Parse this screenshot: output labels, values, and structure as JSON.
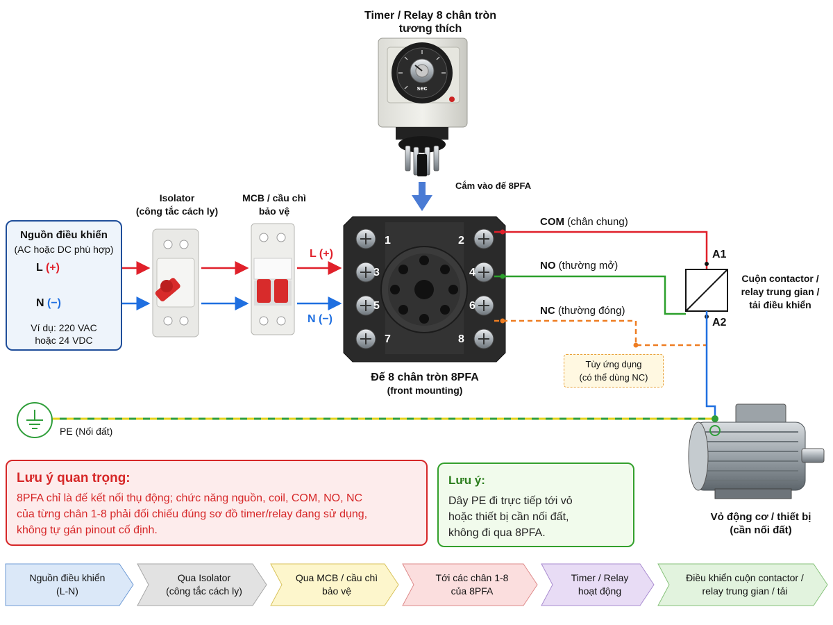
{
  "timer": {
    "title_line1": "Timer / Relay 8 chân tròn",
    "title_line2": "tương thích",
    "dial_unit": "sec"
  },
  "plug_label": "Cắm vào đế 8PFA",
  "isolator": {
    "line1": "Isolator",
    "line2": "(công tắc cách ly)"
  },
  "mcb": {
    "line1": "MCB / cầu chì",
    "line2": "bảo vệ"
  },
  "source": {
    "title": "Nguồn điều khiển",
    "subtitle": "(AC hoặc DC phù hợp)",
    "l_label": "L (+)",
    "n_label": "N (−)",
    "example_line1": "Ví dụ: 220 VAC",
    "example_line2": "hoặc 24 VDC"
  },
  "wire_labels": {
    "l": "L (+)",
    "n": "N (−)"
  },
  "base": {
    "pins": [
      "1",
      "2",
      "3",
      "4",
      "5",
      "6",
      "7",
      "8"
    ],
    "title": "Đế 8 chân tròn 8PFA",
    "subtitle": "(front mounting)"
  },
  "outputs": {
    "com": "COM",
    "com_desc": "(chân chung)",
    "no": "NO",
    "no_desc": "(thường mở)",
    "nc": "NC",
    "nc_desc": "(thường đóng)"
  },
  "optional": {
    "line1": "Tùy ứng dụng",
    "line2": "(có thể dùng NC)"
  },
  "coil": {
    "a1": "A1",
    "a2": "A2",
    "line1": "Cuộn contactor /",
    "line2": "relay trung gian /",
    "line3": "tải điều khiển"
  },
  "pe": {
    "label": "PE (Nối đất)"
  },
  "motor": {
    "line1": "Vỏ động cơ / thiết bị",
    "line2": "(cần nối đất)"
  },
  "note_important": {
    "title": "Lưu ý quan trọng:",
    "line1": "8PFA chỉ là đế kết nối thụ động; chức năng nguồn, coil, COM, NO, NC",
    "line2": "của từng chân 1-8 phải đối chiếu đúng sơ đồ timer/relay đang sử dụng,",
    "line3": "không tự gán pinout cố định."
  },
  "note_pe": {
    "title": "Lưu ý:",
    "line1": "Dây PE đi trực tiếp tới vỏ",
    "line2": "hoặc thiết bị cần nối đất,",
    "line3": "không đi qua 8PFA."
  },
  "steps": [
    {
      "line1": "Nguồn điều khiển",
      "line2": "(L-N)"
    },
    {
      "line1": "Qua Isolator",
      "line2": "(công tắc cách ly)"
    },
    {
      "line1": "Qua MCB / cầu chì",
      "line2": "bảo vệ"
    },
    {
      "line1": "Tới các chân 1-8",
      "line2": "của 8PFA"
    },
    {
      "line1": "Timer / Relay",
      "line2": "hoạt động"
    },
    {
      "line1": "Điều khiển cuộn contactor /",
      "line2": "relay trung gian / tải"
    }
  ],
  "colors": {
    "live": "#e0202a",
    "neutral": "#1f6fe0",
    "no": "#2ca02c",
    "nc": "#ee7d22",
    "pe_yellow": "#e5d21a",
    "pe_green": "#2f9e3a",
    "red_note": "#d62728"
  }
}
